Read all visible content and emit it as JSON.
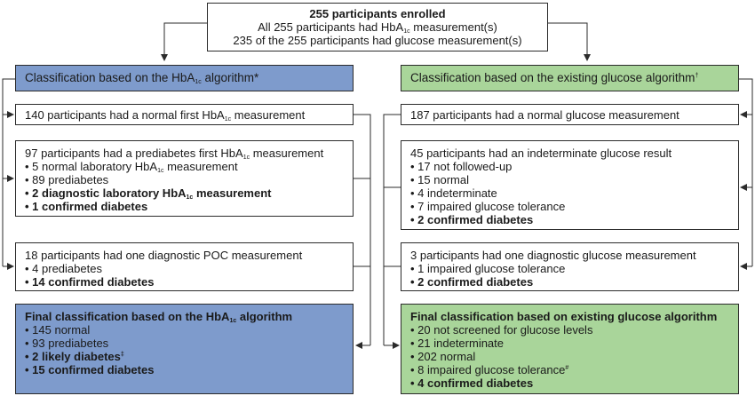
{
  "top": {
    "title": "255 participants enrolled",
    "line2_pre": "All 255 participants had HbA",
    "line2_sub": "1c",
    "line2_post": " measurement(s)",
    "line3": "235 of the 255 participants had glucose measurement(s)"
  },
  "left": {
    "header_pre": "Classification based on the HbA",
    "header_sub": "1c",
    "header_post": " algorithm*",
    "normal_pre": "140 participants had a normal first HbA",
    "normal_sub": "1c",
    "normal_post": " measurement",
    "prediabetes": {
      "intro_pre": "97 participants had a prediabetes first HbA",
      "intro_sub": "1c",
      "intro_post": " measurement",
      "item1_pre": "• 5 normal laboratory HbA",
      "item1_sub": "1c",
      "item1_post": " measurement",
      "item2": "• 89 prediabetes",
      "item3_pre": "• 2 diagnostic laboratory HbA",
      "item3_sub": "1c",
      "item3_post": " measurement",
      "item4": "• 1 confirmed diabetes"
    },
    "diagnostic": {
      "intro": "18 participants had one diagnostic POC measurement",
      "item1": "• 4 prediabetes",
      "item2": "• 14 confirmed diabetes"
    },
    "final": {
      "title_pre": "Final classification based on the HbA",
      "title_sub": "1c",
      "title_post": " algorithm",
      "item1": "• 145 normal",
      "item2": "• 93 prediabetes",
      "item3": "• 2 likely diabetes",
      "item3_sup": "‡",
      "item4": "• 15 confirmed diabetes"
    }
  },
  "right": {
    "header": "Classification based on the existing glucose algorithm",
    "header_sup": "†",
    "normal": "187 participants had a normal glucose measurement",
    "indeterminate": {
      "intro": "45 participants had an indeterminate glucose result",
      "item1": "• 17 not followed-up",
      "item2": "• 15 normal",
      "item3": "• 4 indeterminate",
      "item4": "• 7 impaired glucose tolerance",
      "item5": "• 2 confirmed diabetes"
    },
    "diagnostic": {
      "intro": "3 participants had one diagnostic glucose measurement",
      "item1": "• 1 impaired glucose tolerance",
      "item2": "• 2 confirmed diabetes"
    },
    "final": {
      "title": "Final classification based on existing glucose algorithm",
      "item1": "• 20 not screened for glucose levels",
      "item2": "• 21 indeterminate",
      "item3": "• 202 normal",
      "item4": "• 8 impaired glucose tolerance",
      "item4_sup": "#",
      "item5": "• 4 confirmed diabetes"
    }
  },
  "colors": {
    "left_header": "#7e9bcc",
    "right_header": "#a9d59a",
    "lines": "#2b2b2b"
  }
}
